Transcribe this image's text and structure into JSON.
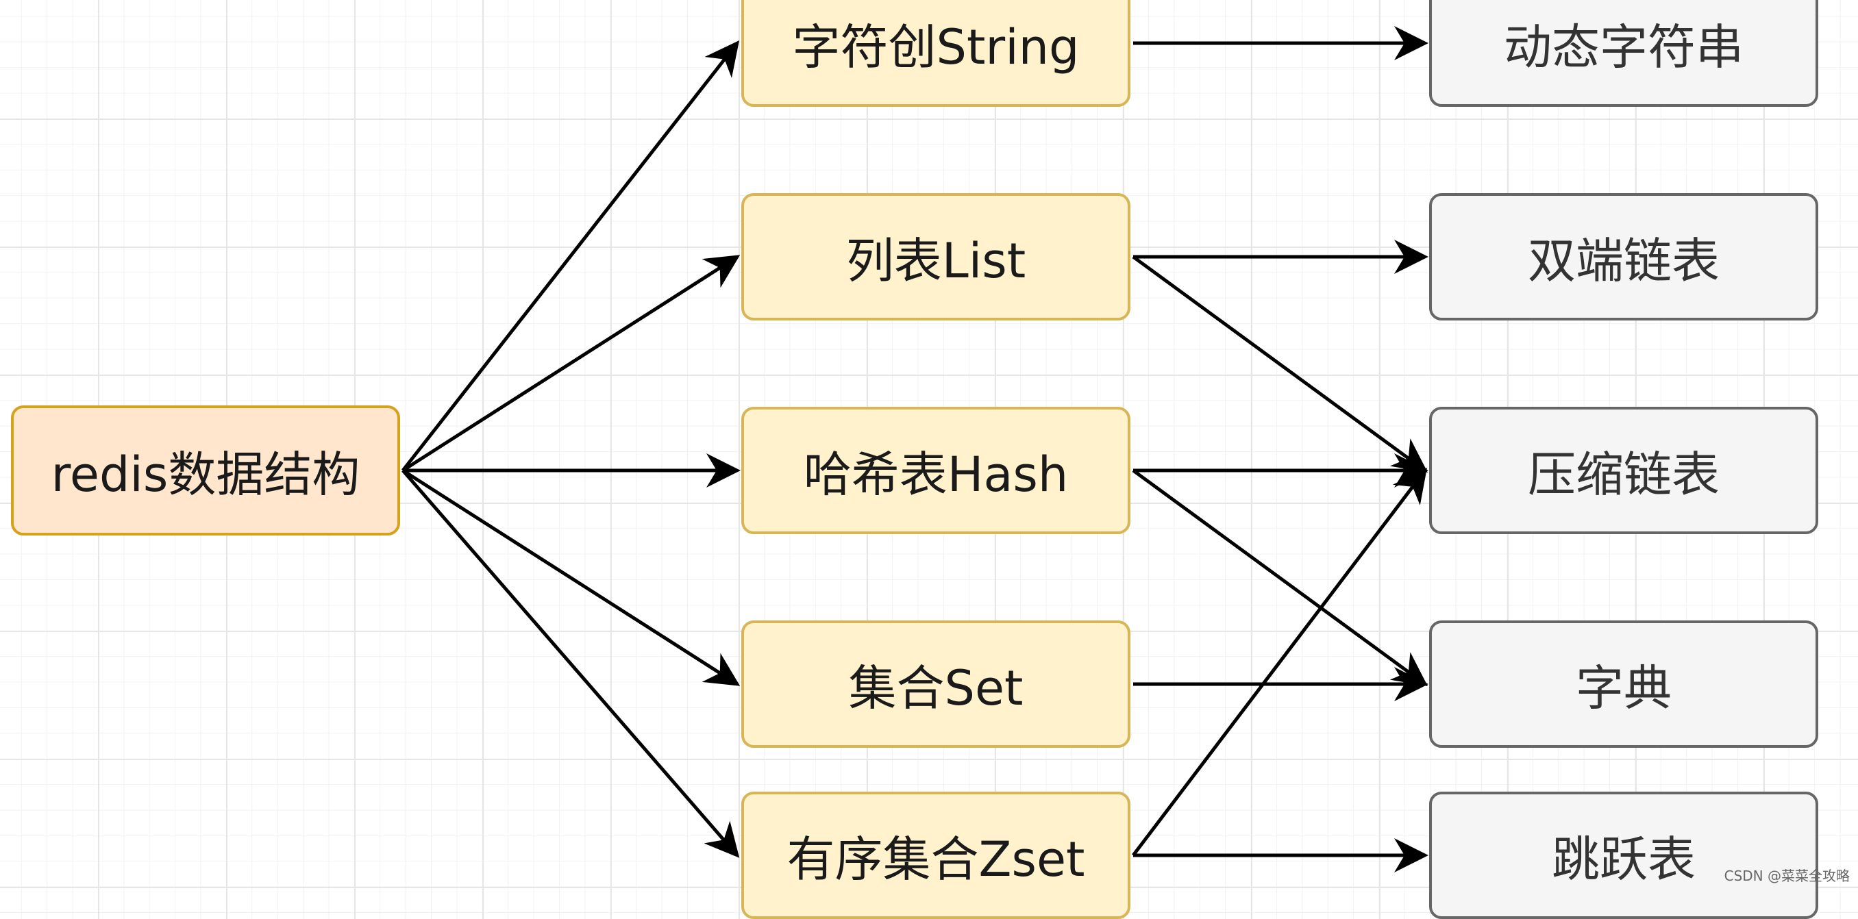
{
  "root": {
    "label": "redis数据结构"
  },
  "types": [
    {
      "label": "字符创String"
    },
    {
      "label": "列表List"
    },
    {
      "label": "哈希表Hash"
    },
    {
      "label": "集合Set"
    },
    {
      "label": "有序集合Zset"
    }
  ],
  "implementations": [
    {
      "label": "动态字符串"
    },
    {
      "label": "双端链表"
    },
    {
      "label": "压缩链表"
    },
    {
      "label": "字典"
    },
    {
      "label": "跳跃表"
    }
  ],
  "edges": {
    "root_to_types": [
      0,
      1,
      2,
      3,
      4
    ],
    "type_to_impl": [
      [
        0,
        0
      ],
      [
        1,
        1
      ],
      [
        1,
        2
      ],
      [
        2,
        2
      ],
      [
        2,
        3
      ],
      [
        3,
        3
      ],
      [
        4,
        2
      ],
      [
        4,
        4
      ]
    ]
  },
  "watermark": "CSDN @菜菜全攻略",
  "colors": {
    "root_fill": "#ffe6cc",
    "root_border": "#d6a21e",
    "type_fill": "#fff2cc",
    "type_border": "#d6b656",
    "impl_fill": "#f5f5f5",
    "impl_border": "#666666",
    "arrow": "#000000"
  }
}
